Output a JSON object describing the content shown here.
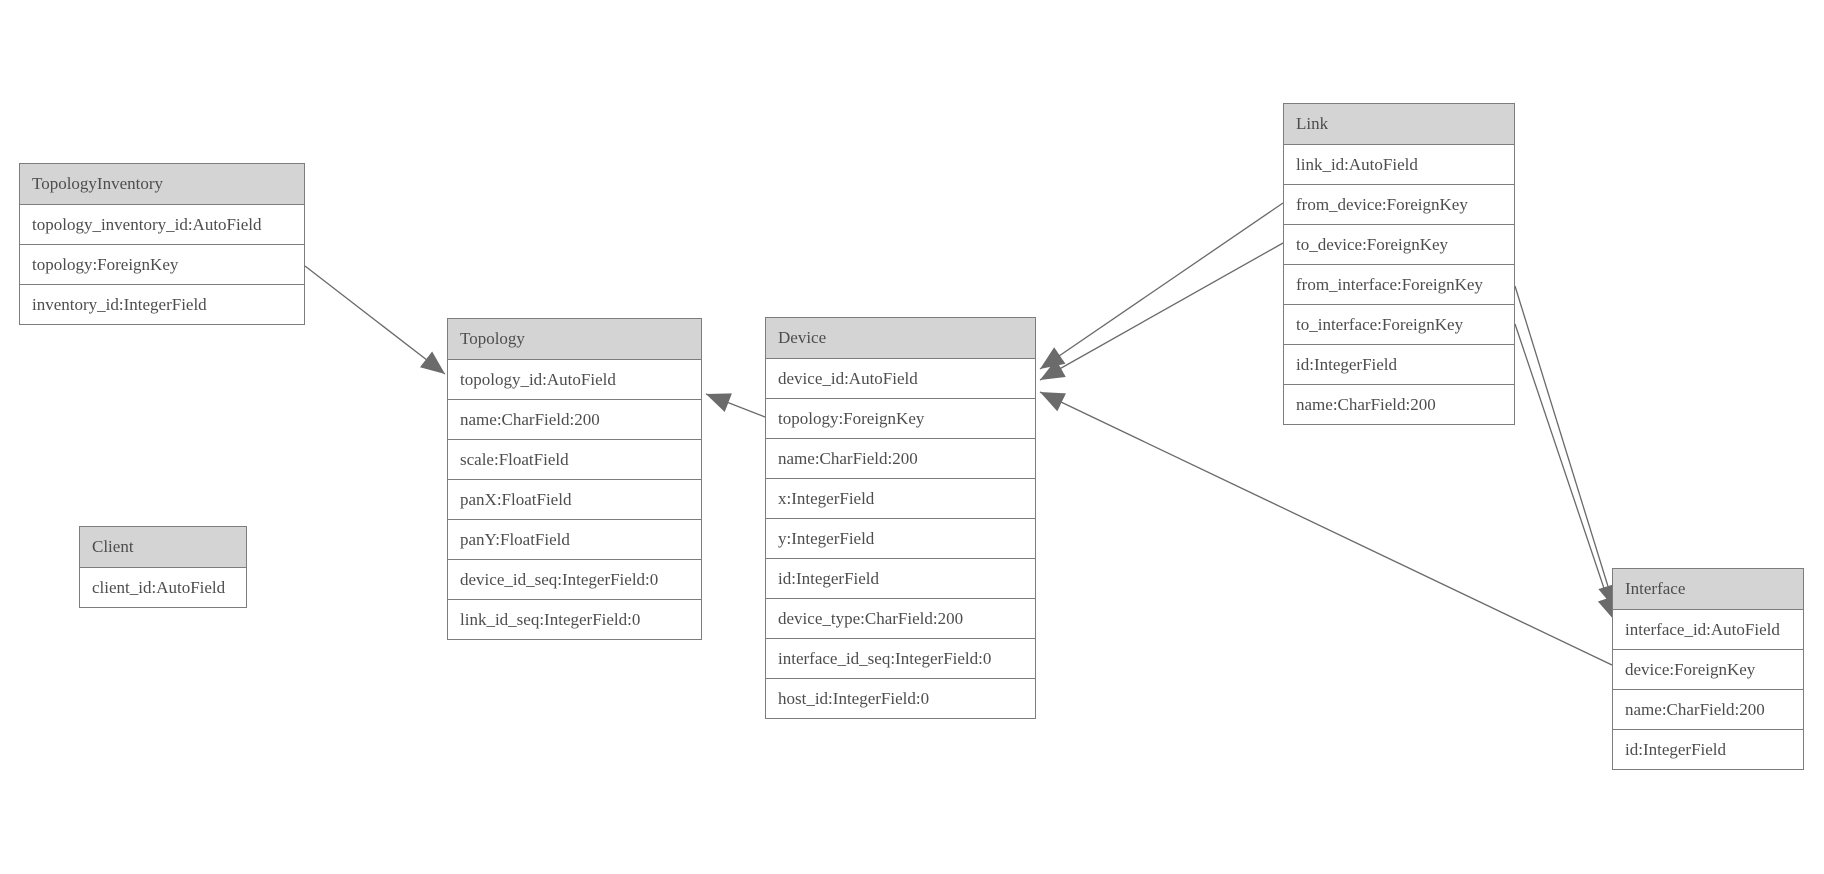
{
  "diagram": {
    "type": "entity-relationship-model-diagram",
    "colors": {
      "background": "#ffffff",
      "header_fill": "#d4d4d4",
      "box_border": "#7d7d7d",
      "text": "#4d4d4d",
      "edge_line": "#696969",
      "arrowhead_fill": "#6b6b6b"
    },
    "entities": [
      {
        "title": "TopologyInventory",
        "fields": [
          "topology_inventory_id:AutoField",
          "topology:ForeignKey",
          "inventory_id:IntegerField"
        ]
      },
      {
        "title": "Topology",
        "fields": [
          "topology_id:AutoField",
          "name:CharField:200",
          "scale:FloatField",
          "panX:FloatField",
          "panY:FloatField",
          "device_id_seq:IntegerField:0",
          "link_id_seq:IntegerField:0"
        ]
      },
      {
        "title": "Client",
        "fields": [
          "client_id:AutoField"
        ]
      },
      {
        "title": "Device",
        "fields": [
          "device_id:AutoField",
          "topology:ForeignKey",
          "name:CharField:200",
          "x:IntegerField",
          "y:IntegerField",
          "id:IntegerField",
          "device_type:CharField:200",
          "interface_id_seq:IntegerField:0",
          "host_id:IntegerField:0"
        ]
      },
      {
        "title": "Link",
        "fields": [
          "link_id:AutoField",
          "from_device:ForeignKey",
          "to_device:ForeignKey",
          "from_interface:ForeignKey",
          "to_interface:ForeignKey",
          "id:IntegerField",
          "name:CharField:200"
        ]
      },
      {
        "title": "Interface",
        "fields": [
          "interface_id:AutoField",
          "device:ForeignKey",
          "name:CharField:200",
          "id:IntegerField"
        ]
      }
    ],
    "relations": [
      {
        "from": "TopologyInventory.topology",
        "to": "Topology"
      },
      {
        "from": "Device.topology",
        "to": "Topology"
      },
      {
        "from": "Link.from_device",
        "to": "Device"
      },
      {
        "from": "Link.to_device",
        "to": "Device"
      },
      {
        "from": "Interface.device",
        "to": "Device"
      },
      {
        "from": "Link.from_interface",
        "to": "Interface"
      },
      {
        "from": "Link.to_interface",
        "to": "Interface"
      }
    ]
  }
}
